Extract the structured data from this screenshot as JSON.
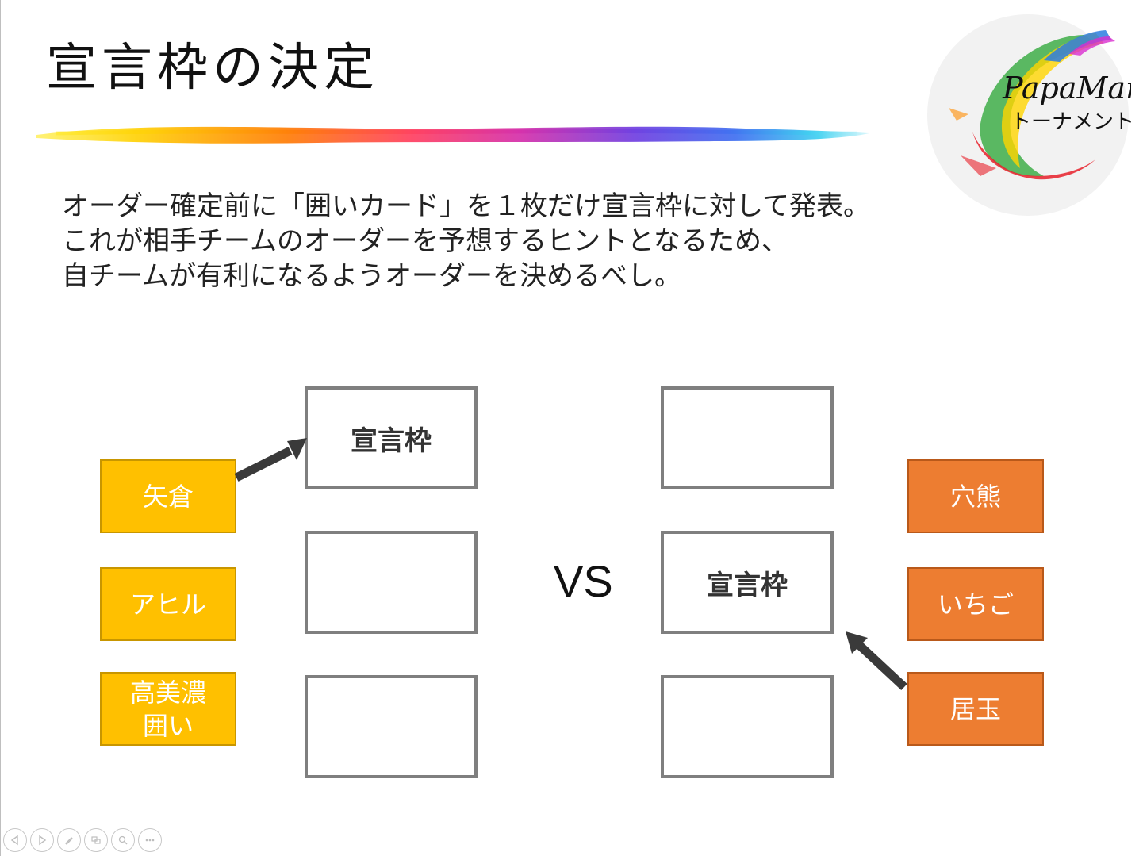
{
  "slide": {
    "title": "宣言枠の決定",
    "body_lines": [
      "オーダー確定前に「囲いカード」を１枚だけ宣言枠に対して発表。",
      "これが相手チームのオーダーを予想するヒントとなるため、",
      "自チームが有利になるようオーダーを決めるべし。"
    ],
    "logo": {
      "line1": "PapaMama",
      "line2": "トーナメント"
    },
    "team_a_cards": [
      {
        "label": "矢倉"
      },
      {
        "label": "アヒル"
      },
      {
        "label": "高美濃\n囲い"
      }
    ],
    "team_b_cards": [
      {
        "label": "穴熊"
      },
      {
        "label": "いちご"
      },
      {
        "label": "居玉"
      }
    ],
    "left_slots": [
      {
        "label": "宣言枠"
      },
      {
        "label": ""
      },
      {
        "label": ""
      }
    ],
    "right_slots": [
      {
        "label": ""
      },
      {
        "label": "宣言枠"
      },
      {
        "label": ""
      }
    ],
    "vs_label": "VS",
    "colors": {
      "team_a": "#ffc000",
      "team_b": "#ed7d31",
      "slot_border": "#7f7f7f",
      "arrow": "#3a3a3a"
    }
  },
  "player_controls": [
    {
      "icon": "previous-icon"
    },
    {
      "icon": "next-icon"
    },
    {
      "icon": "pen-icon"
    },
    {
      "icon": "slides-icon"
    },
    {
      "icon": "zoom-icon"
    },
    {
      "icon": "more-icon"
    }
  ]
}
